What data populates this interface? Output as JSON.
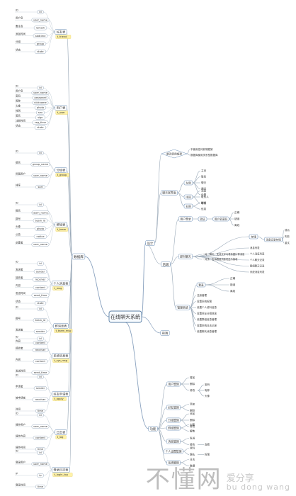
{
  "root": {
    "label": "在线聊天系统"
  },
  "left_branch": {
    "label": "数据库"
  },
  "tables": [
    {
      "label": "好友表",
      "note": "t_friend",
      "fields": [
        {
          "label": "ID",
          "tag": "id"
        },
        {
          "label": "用户名",
          "tag": "user_name"
        },
        {
          "label": "备注名",
          "tag": "remark"
        },
        {
          "label": "添加时间",
          "tag": "addtime"
        },
        {
          "label": "分组",
          "tag": "group"
        },
        {
          "label": "状态",
          "tag": "state"
        }
      ]
    },
    {
      "label": "用户表",
      "note": "t_user",
      "fields": [
        {
          "label": "ID",
          "tag": "id"
        },
        {
          "label": "用户名",
          "tag": "user_name"
        },
        {
          "label": "密码",
          "tag": "password"
        },
        {
          "label": "昵称",
          "tag": "nickname"
        },
        {
          "label": "头像",
          "tag": "photo"
        },
        {
          "label": "性别",
          "tag": "sex"
        },
        {
          "label": "签名",
          "tag": "sign"
        },
        {
          "label": "注册时间",
          "tag": "reg_time"
        },
        {
          "label": "状态",
          "tag": "state"
        }
      ]
    },
    {
      "label": "分组表",
      "note": "t_group",
      "fields": [
        {
          "label": "ID",
          "tag": "id"
        },
        {
          "label": "组名",
          "tag": "group_name"
        },
        {
          "label": "所属用户",
          "tag": "user_name"
        },
        {
          "label": "排序",
          "tag": "sort"
        }
      ]
    },
    {
      "label": "群组表",
      "note": "t_team",
      "fields": [
        {
          "label": "ID",
          "tag": "id"
        },
        {
          "label": "群名",
          "tag": "team_name"
        },
        {
          "label": "群号",
          "tag": "team_id"
        },
        {
          "label": "头像",
          "tag": "photo"
        },
        {
          "label": "公告",
          "tag": "notice"
        },
        {
          "label": "创建者",
          "tag": "user_name"
        }
      ]
    },
    {
      "label": "个人消息表",
      "note": "t_msg",
      "fields": [
        {
          "label": "ID",
          "tag": "id"
        },
        {
          "label": "发送者",
          "tag": "sender"
        },
        {
          "label": "接收者",
          "tag": "receiver"
        },
        {
          "label": "内容",
          "tag": "content"
        },
        {
          "label": "发送时间",
          "tag": "send_time"
        },
        {
          "label": "状态",
          "tag": "state"
        }
      ]
    },
    {
      "label": "群消息表",
      "note": "t_team_msg",
      "fields": [
        {
          "label": "ID",
          "tag": "id"
        },
        {
          "label": "群号",
          "tag": "team_id"
        },
        {
          "label": "发送者",
          "tag": "sender"
        },
        {
          "label": "内容",
          "tag": "content"
        }
      ]
    },
    {
      "label": "系统消息表",
      "note": "t_sys_msg",
      "fields": [
        {
          "label": "ID",
          "tag": "id"
        },
        {
          "label": "接收者",
          "tag": "receiver"
        },
        {
          "label": "内容",
          "tag": "content"
        },
        {
          "label": "发送时间",
          "tag": "send_time"
        }
      ]
    },
    {
      "label": "好友申请表",
      "note": "t_apply",
      "fields": [
        {
          "label": "ID",
          "tag": "id"
        },
        {
          "label": "申请者",
          "tag": "sender"
        },
        {
          "label": "被申请者",
          "tag": "receiver"
        },
        {
          "label": "时间",
          "tag": "time"
        }
      ]
    },
    {
      "label": "日志表",
      "note": "t_log",
      "fields": [
        {
          "label": "ID",
          "tag": "id"
        },
        {
          "label": "操作用户",
          "tag": "user_name"
        },
        {
          "label": "操作内容",
          "tag": "content"
        },
        {
          "label": "操作时间",
          "tag": "time"
        }
      ]
    },
    {
      "label": "登录日志表",
      "note": "t_login_log",
      "fields": [
        {
          "label": "ID",
          "tag": "id"
        },
        {
          "label": "登录用户",
          "tag": "user_name"
        },
        {
          "label": "IP",
          "tag": "ip"
        },
        {
          "label": "登录时间",
          "tag": "time"
        }
      ]
    }
  ],
  "design": {
    "label": "设计",
    "diamond": "是否使用框架",
    "diamond_notes": [
      "不使用任何前端框架",
      "数据库使用关系型数据库"
    ],
    "layout": {
      "label": "聊天室界面",
      "groups": [
        {
          "label": "左侧",
          "items": [
            "主页",
            "联系",
            "聊天",
            "通讯",
            "设置"
          ]
        },
        {
          "label": "中间",
          "items": [
            "消息",
            "联系人",
            "群组"
          ]
        },
        {
          "label": "右侧",
          "items": [
            "聊天",
            "信息"
          ]
        }
      ]
    }
  },
  "mid": {
    "label": "后端",
    "login": {
      "label": "用户登录",
      "step": "验证",
      "verify": "用户名密码",
      "results": [
        "正确",
        "错误",
        "离线"
      ]
    },
    "chat": {
      "label": "即时聊天",
      "notes": [
        "一对一聊天，支持文字与表情图片等消息",
        "一对多，支持群组消息发送与接收"
      ],
      "msg_store": {
        "label": "存储",
        "target": "消息记录存储",
        "outcomes": [
          "成功",
          "失败",
          "重试"
        ]
      },
      "lists": [
        "消息列表",
        "个人消息列表",
        "个人聊天记录",
        "群组聊天记录",
        "系统消息列表"
      ]
    },
    "manage": {
      "label": "管理系统",
      "step": "登录",
      "results": [
        "正确",
        "错误",
        "离线"
      ],
      "items": [
        "注册管理",
        "设置系统权限",
        "设置个人资料信息",
        "设置好友分组信息",
        "设置群组信息管理",
        "设置系统日志记录",
        "设置聊天消息管理"
      ]
    }
  },
  "lower_branch": {
    "label": "前端"
  },
  "right_bottom": {
    "label": "功能",
    "groups": [
      {
        "label": "用户管理",
        "items": [
          {
            "label": "增加"
          },
          {
            "label": "删除"
          },
          {
            "label": "修改",
            "children": [
              "密码",
              "昵称",
              "头像"
            ]
          }
        ]
      },
      {
        "label": "好友管理",
        "items": [
          {
            "label": "添加"
          },
          {
            "label": "删除"
          }
        ]
      },
      {
        "label": "分组管理",
        "items": [
          {
            "label": "添加"
          },
          {
            "label": "删除"
          },
          {
            "label": "修改"
          }
        ]
      },
      {
        "label": "群组管理",
        "items": [
          {
            "label": "创建"
          },
          {
            "label": "解散"
          }
        ]
      },
      {
        "label": "消息管理",
        "items": [
          {
            "label": "发送"
          },
          {
            "label": "接收",
            "children": [
              "查看"
            ]
          }
        ]
      },
      {
        "label": "个人设置管理",
        "items": [
          {
            "label": "资料"
          },
          {
            "label": "隐私",
            "children": [
              "权限"
            ]
          }
        ]
      },
      {
        "label": "系统管理",
        "items": [
          {
            "label": "日志"
          },
          {
            "label": "数据"
          }
        ]
      }
    ]
  },
  "watermark": {
    "main": "不懂网",
    "top": "爱分享",
    "bottom": "bu dong wang"
  }
}
